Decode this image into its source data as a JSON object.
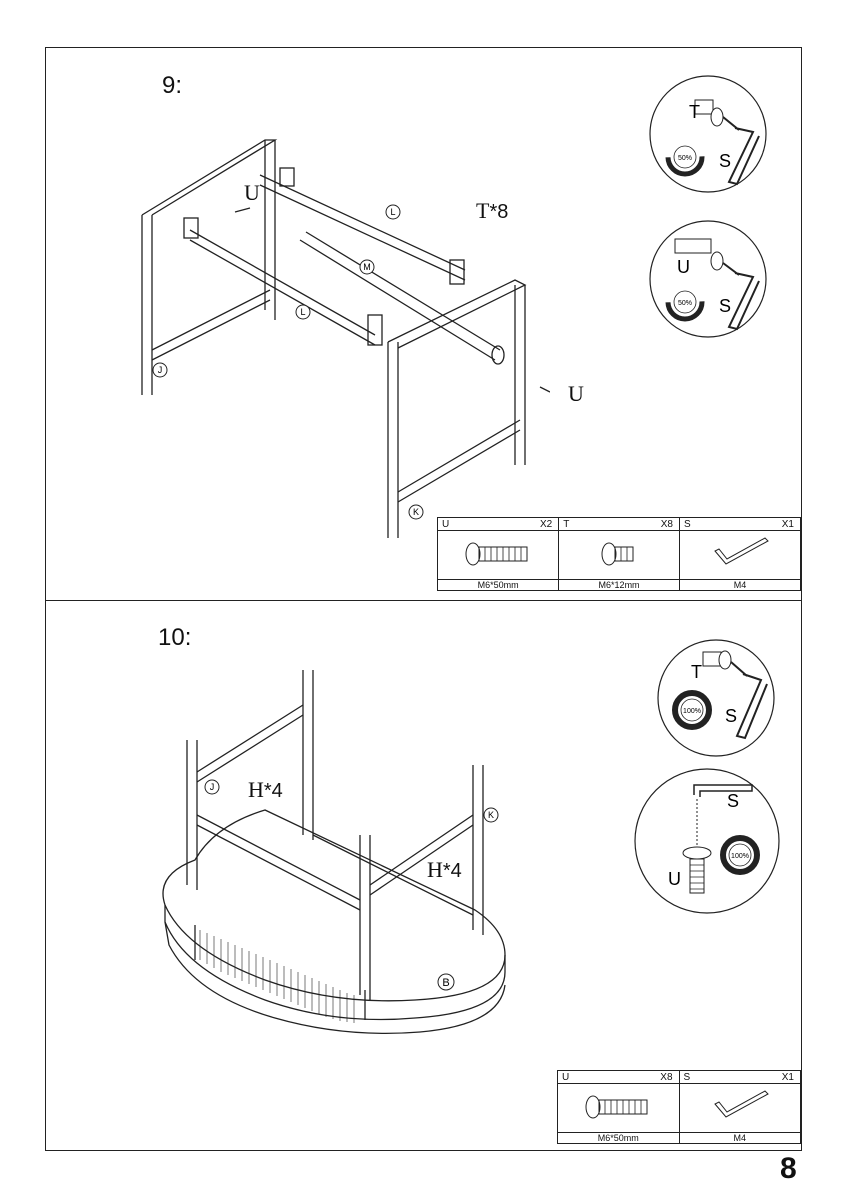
{
  "page_number": "8",
  "step9": {
    "number": "9:",
    "labels": {
      "L1": "L",
      "L2": "L",
      "M": "M",
      "J": "J",
      "K": "K"
    },
    "bolt_U_left": "U",
    "bolt_U_right": "U",
    "callout_T": "T",
    "callout_T_qty": "*8",
    "detail1": {
      "bolt": "T",
      "wrench": "S",
      "percent": "50%"
    },
    "detail2": {
      "bolt": "U",
      "wrench": "S",
      "percent": "50%"
    },
    "parts": [
      {
        "id": "U",
        "qty": "X2",
        "size": "M6*50mm"
      },
      {
        "id": "T",
        "qty": "X8",
        "size": "M6*12mm"
      },
      {
        "id": "S",
        "qty": "X1",
        "size": "M4"
      }
    ]
  },
  "step10": {
    "number": "10:",
    "labels": {
      "J": "J",
      "K": "K",
      "B": "B"
    },
    "callout_H_left": "H",
    "callout_H_left_qty": "*4",
    "callout_H_right": "H",
    "callout_H_right_qty": "*4",
    "detail1": {
      "bolt": "T",
      "wrench": "S",
      "percent": "100%"
    },
    "detail2": {
      "bolt": "U",
      "wrench": "S",
      "percent": "100%"
    },
    "parts": [
      {
        "id": "U",
        "qty": "X8",
        "size": "M6*50mm"
      },
      {
        "id": "S",
        "qty": "X1",
        "size": "M4"
      }
    ]
  }
}
